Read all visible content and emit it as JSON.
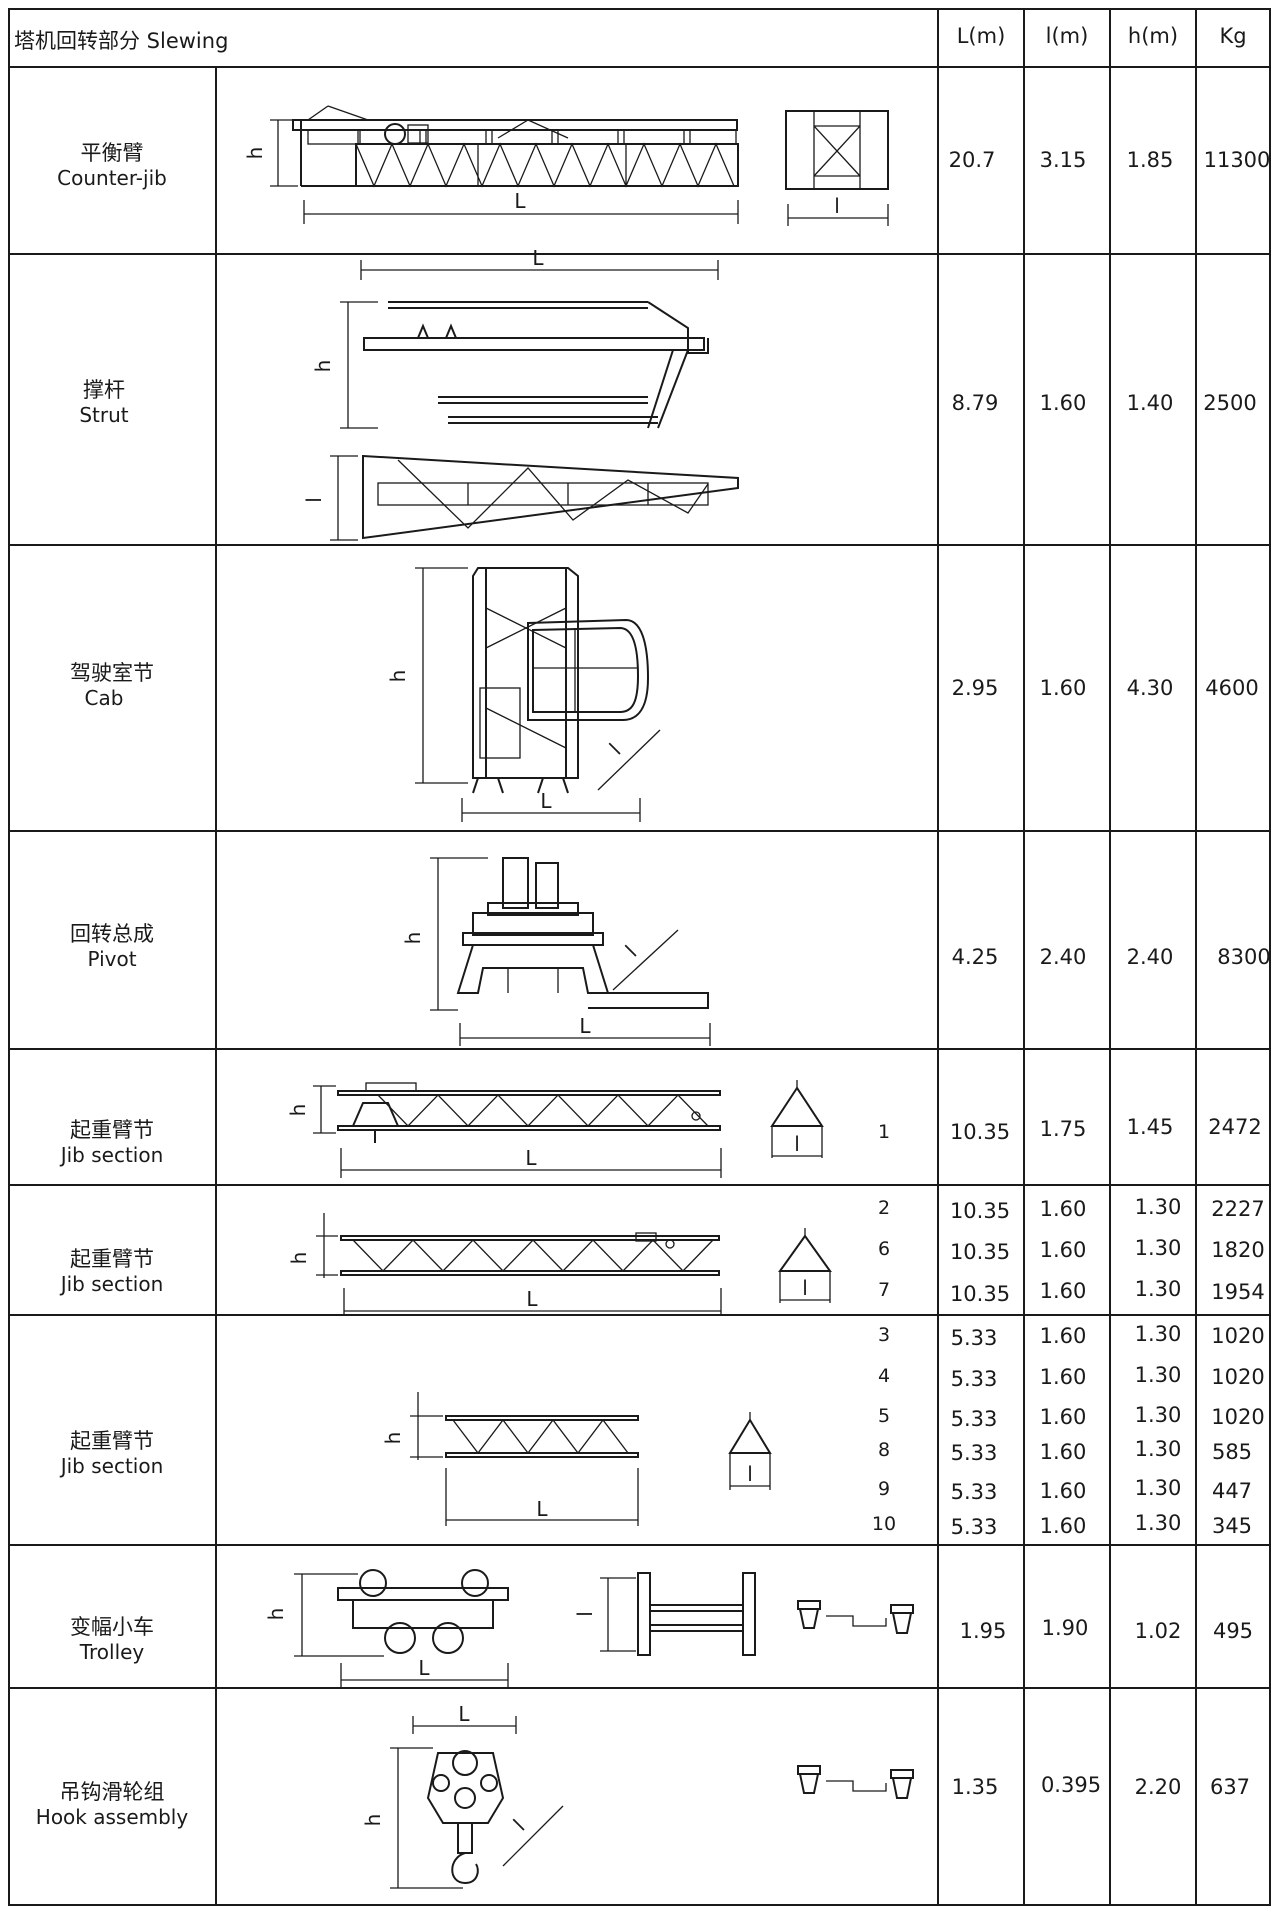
{
  "header": {
    "title": "塔机回转部分 Slewing",
    "cols": [
      "L(m)",
      "l(m)",
      "h(m)",
      "Kg"
    ]
  },
  "dims": {
    "L": "L",
    "l": "l",
    "h": "h"
  },
  "rows": [
    {
      "cn": "平衡臂",
      "en": "Counter-jib",
      "values": [
        {
          "idx": "",
          "L": "20.7",
          "l": "3.15",
          "h": "1.85",
          "kg": "11300"
        }
      ]
    },
    {
      "cn": "撑杆",
      "en": "Strut",
      "values": [
        {
          "idx": "",
          "L": "8.79",
          "l": "1.60",
          "h": "1.40",
          "kg": "2500"
        }
      ]
    },
    {
      "cn": "驾驶室节",
      "en": "Cab",
      "values": [
        {
          "idx": "",
          "L": "2.95",
          "l": "1.60",
          "h": "4.30",
          "kg": "4600"
        }
      ]
    },
    {
      "cn": "回转总成",
      "en": "Pivot",
      "values": [
        {
          "idx": "",
          "L": "4.25",
          "l": "2.40",
          "h": "2.40",
          "kg": "8300"
        }
      ]
    },
    {
      "cn": "起重臂节",
      "en": "Jib section",
      "values": [
        {
          "idx": "1",
          "L": "10.35",
          "l": "1.75",
          "h": "1.45",
          "kg": "2472"
        }
      ]
    },
    {
      "cn": "起重臂节",
      "en": "Jib section",
      "values": [
        {
          "idx": "2",
          "L": "10.35",
          "l": "1.60",
          "h": "1.30",
          "kg": "2227"
        },
        {
          "idx": "6",
          "L": "10.35",
          "l": "1.60",
          "h": "1.30",
          "kg": "1820"
        },
        {
          "idx": "7",
          "L": "10.35",
          "l": "1.60",
          "h": "1.30",
          "kg": "1954"
        }
      ]
    },
    {
      "cn": "起重臂节",
      "en": "Jib section",
      "values": [
        {
          "idx": "3",
          "L": "5.33",
          "l": "1.60",
          "h": "1.30",
          "kg": "1020"
        },
        {
          "idx": "4",
          "L": "5.33",
          "l": "1.60",
          "h": "1.30",
          "kg": "1020"
        },
        {
          "idx": "5",
          "L": "5.33",
          "l": "1.60",
          "h": "1.30",
          "kg": "1020"
        },
        {
          "idx": "8",
          "L": "5.33",
          "l": "1.60",
          "h": "1.30",
          "kg": "585"
        },
        {
          "idx": "9",
          "L": "5.33",
          "l": "1.60",
          "h": "1.30",
          "kg": "447"
        },
        {
          "idx": "10",
          "L": "5.33",
          "l": "1.60",
          "h": "1.30",
          "kg": "345"
        }
      ]
    },
    {
      "cn": "变幅小车",
      "en": "Trolley",
      "values": [
        {
          "idx": "",
          "L": "1.95",
          "l": "1.90",
          "h": "1.02",
          "kg": "495"
        }
      ]
    },
    {
      "cn": "吊钩滑轮组",
      "en": "Hook assembly",
      "values": [
        {
          "idx": "",
          "L": "1.35",
          "l": "0.395",
          "h": "2.20",
          "kg": "637"
        }
      ]
    }
  ]
}
